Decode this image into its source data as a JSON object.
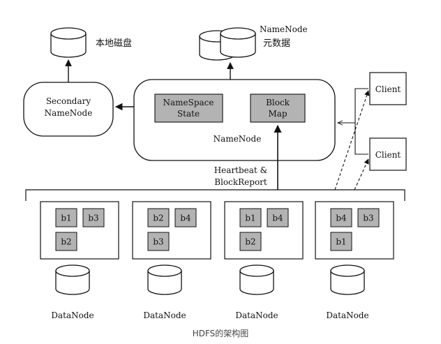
{
  "labels": {
    "local_disk": "本地磁盘",
    "namenode_meta_line1": "NameNode",
    "namenode_meta_line2": "元数据",
    "secondary_line1": "Secondary",
    "secondary_line2": "NameNode",
    "namespace_line1": "NameSpace",
    "namespace_line2": "State",
    "blockmap_line1": "Block",
    "blockmap_line2": "Map",
    "namenode": "NameNode",
    "client_1": "Client",
    "client_2": "Client",
    "heartbeat_line1": "Heartbeat &",
    "heartbeat_line2": "BlockReport",
    "caption": "HDFS的架构图"
  },
  "datanodes": [
    {
      "label": "DataNode",
      "blocks": [
        "b1",
        "b3",
        "b2"
      ]
    },
    {
      "label": "DataNode",
      "blocks": [
        "b2",
        "b4",
        "b3"
      ]
    },
    {
      "label": "DataNode",
      "blocks": [
        "b1",
        "b4",
        "b2"
      ]
    },
    {
      "label": "DataNode",
      "blocks": [
        "b4",
        "b3",
        "b1"
      ]
    }
  ],
  "colors": {
    "block_fill": "#b3b3b3",
    "line": "#111111",
    "disk_fill": "#ffffff"
  }
}
